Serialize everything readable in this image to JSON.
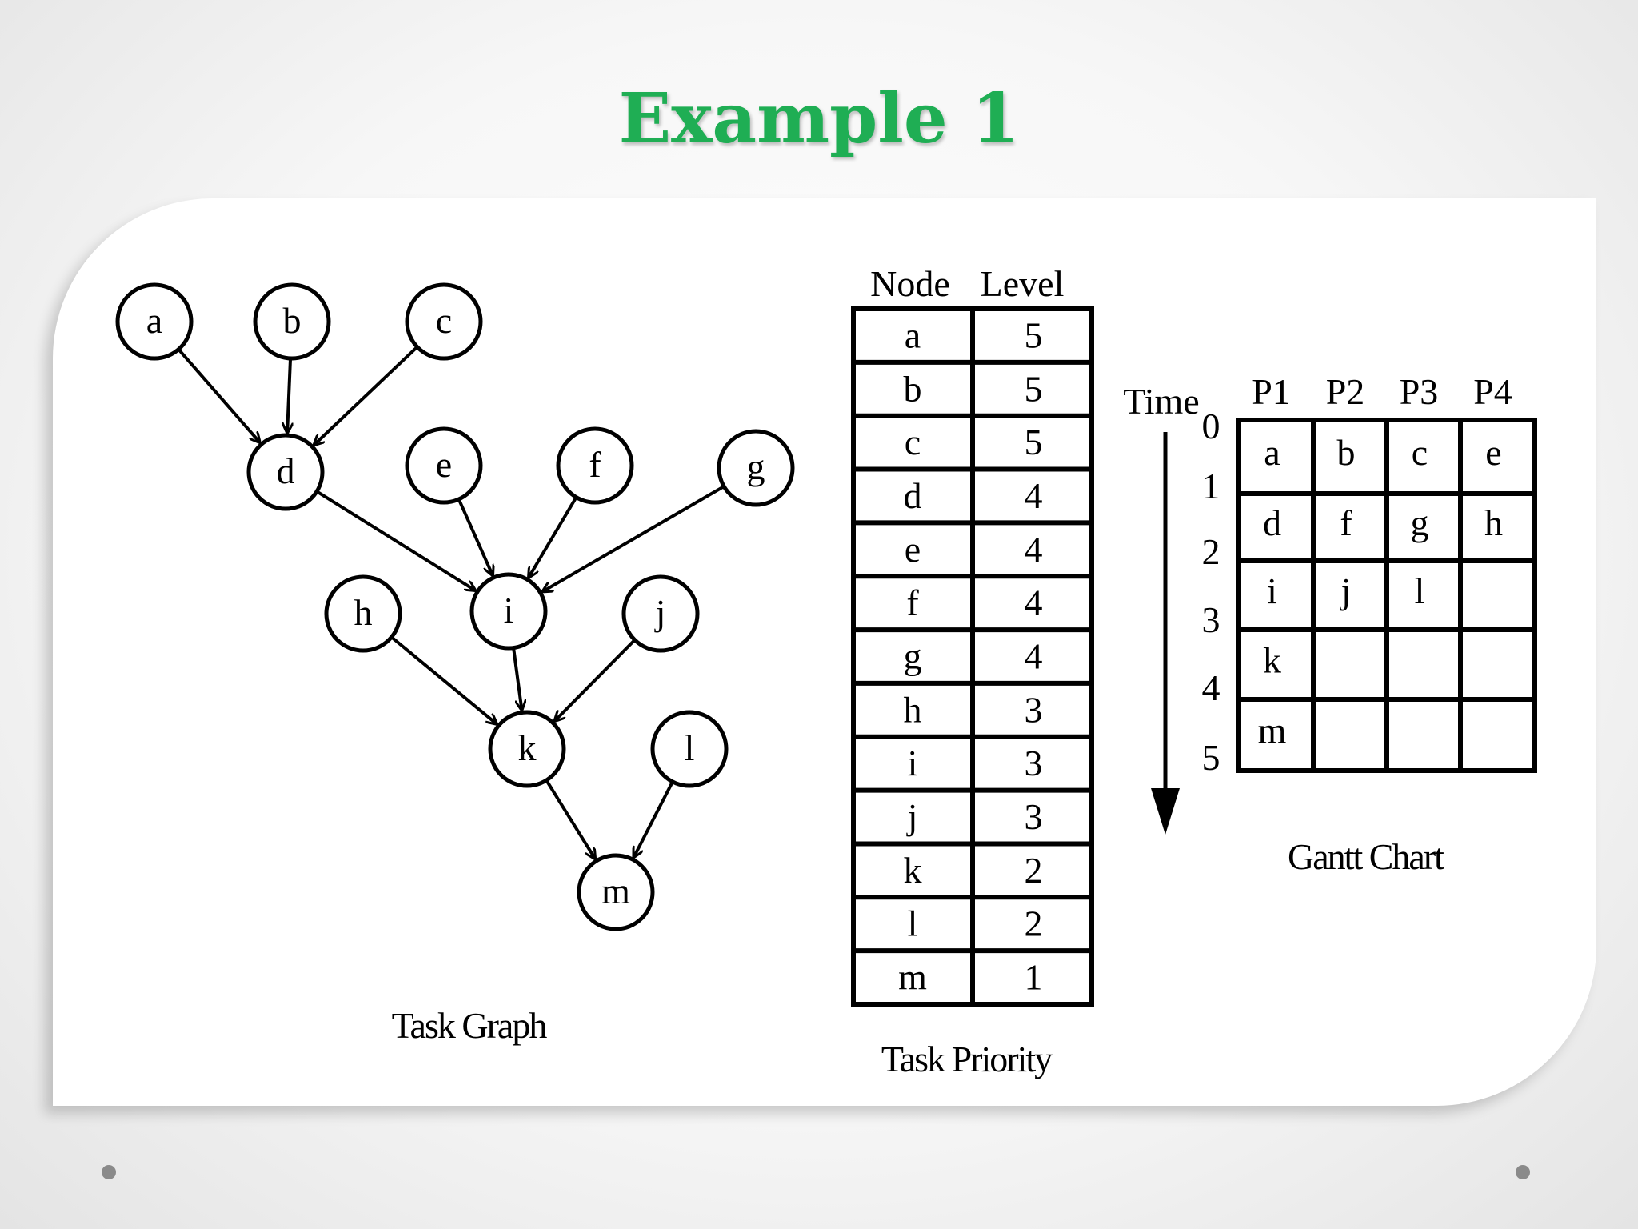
{
  "slide_title": "Example 1",
  "task_graph": {
    "caption": "Task Graph",
    "nodes": [
      "a",
      "b",
      "c",
      "d",
      "e",
      "f",
      "g",
      "h",
      "i",
      "j",
      "k",
      "l",
      "m"
    ],
    "edges": [
      [
        "a",
        "d"
      ],
      [
        "b",
        "d"
      ],
      [
        "c",
        "d"
      ],
      [
        "d",
        "i"
      ],
      [
        "e",
        "i"
      ],
      [
        "f",
        "i"
      ],
      [
        "g",
        "i"
      ],
      [
        "h",
        "k"
      ],
      [
        "i",
        "k"
      ],
      [
        "j",
        "k"
      ],
      [
        "k",
        "m"
      ],
      [
        "l",
        "m"
      ]
    ]
  },
  "task_priority": {
    "caption": "Task Priority",
    "headers": [
      "Node",
      "Level"
    ],
    "rows": [
      [
        "a",
        "5"
      ],
      [
        "b",
        "5"
      ],
      [
        "c",
        "5"
      ],
      [
        "d",
        "4"
      ],
      [
        "e",
        "4"
      ],
      [
        "f",
        "4"
      ],
      [
        "g",
        "4"
      ],
      [
        "h",
        "3"
      ],
      [
        "i",
        "3"
      ],
      [
        "j",
        "3"
      ],
      [
        "k",
        "2"
      ],
      [
        "l",
        "2"
      ],
      [
        "m",
        "1"
      ]
    ]
  },
  "gantt_chart": {
    "caption": "Gantt Chart",
    "time_label": "Time",
    "time_ticks": [
      "0",
      "1",
      "2",
      "3",
      "4",
      "5"
    ],
    "processors": [
      "P1",
      "P2",
      "P3",
      "P4"
    ],
    "cells": [
      [
        "a",
        "b",
        "c",
        "e"
      ],
      [
        "d",
        "f",
        "g",
        "h"
      ],
      [
        "i",
        "j",
        "l",
        ""
      ],
      [
        "k",
        "",
        "",
        ""
      ],
      [
        "m",
        "",
        "",
        ""
      ]
    ]
  },
  "colors": {
    "title": "#1fae54"
  }
}
